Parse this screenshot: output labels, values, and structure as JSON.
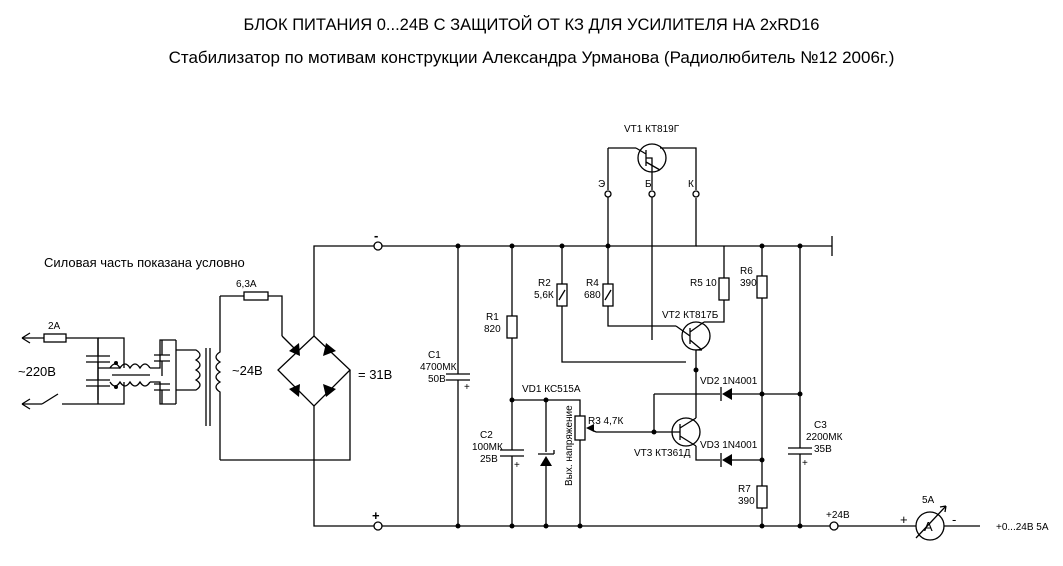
{
  "title": "БЛОК ПИТАНИЯ 0...24В С ЗАЩИТОЙ ОТ КЗ ДЛЯ УСИЛИТЕЛЯ НА 2xRD16",
  "subtitle": "Стабилизатор по мотивам конструкции Александра Урманова  (Радиолюбитель №12 2006г.)",
  "note_power": "Силовая часть показана условно",
  "fuse_main": "2А",
  "mains": "~220В",
  "fuse_secondary": "6,3А",
  "secondary_voltage": "~24В",
  "rectified_voltage": "= 31В",
  "minus_sign": "-",
  "plus_sign": "+",
  "c1": {
    "name": "C1",
    "value": "4700МК",
    "voltage": "50В"
  },
  "c2": {
    "name": "C2",
    "value": "100МК",
    "voltage": "25В"
  },
  "c3": {
    "name": "C3",
    "value": "2200МК",
    "voltage": "35В"
  },
  "r1": {
    "name": "R1",
    "value": "820"
  },
  "r2": {
    "name": "R2",
    "value": "5,6К"
  },
  "r4": {
    "name": "R4",
    "value": "680"
  },
  "r5": {
    "label": "R5 10"
  },
  "r6": {
    "name": "R6",
    "value": "390"
  },
  "r7": {
    "name": "R7",
    "value": "390"
  },
  "r3": {
    "label": "R3 4,7К"
  },
  "r3_caption": "Вых. напряжение",
  "vd1": "VD1 КС515А",
  "vd2": "VD2 1N4001",
  "vd3": "VD3 1N4001",
  "vt1": "VT1 КТ819Г",
  "vt2": "VT2 КТ817Б",
  "vt3": "VT3 КТ361Д",
  "pin_e": "Э",
  "pin_b": "Б",
  "pin_k": "К",
  "out_voltage": "+24В",
  "meter_rating": "5А",
  "meter_symbol": "A",
  "output_label": "+0...24В  5А"
}
